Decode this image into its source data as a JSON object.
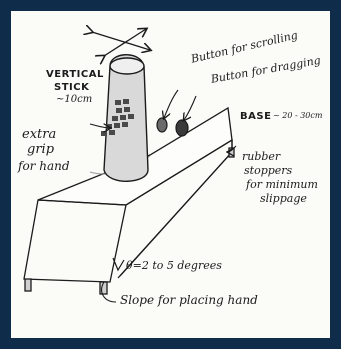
{
  "labels": {
    "vertical": "VERTICAL",
    "stick": "STICK",
    "stick_size": "~10cm",
    "extra": "extra",
    "grip": "grip",
    "for_hand": "for hand",
    "button_scroll": "Button for scrolling",
    "button_drag": "Button for dragging",
    "base": "BASE",
    "base_size": "~ 20 - 30cm",
    "rubber": "rubber",
    "stoppers": "stoppers",
    "for_minimum": "for minimum",
    "slippage": "slippage",
    "theta": "θ=2 to 5 degrees",
    "slope": "Slope for placing hand"
  },
  "colors": {
    "frame": "#0f2d4a",
    "paper": "#fbfbf8",
    "ink": "#1b1b1b",
    "shade": "#9a9a9a"
  },
  "icons": [
    "cross-arrows-icon"
  ]
}
